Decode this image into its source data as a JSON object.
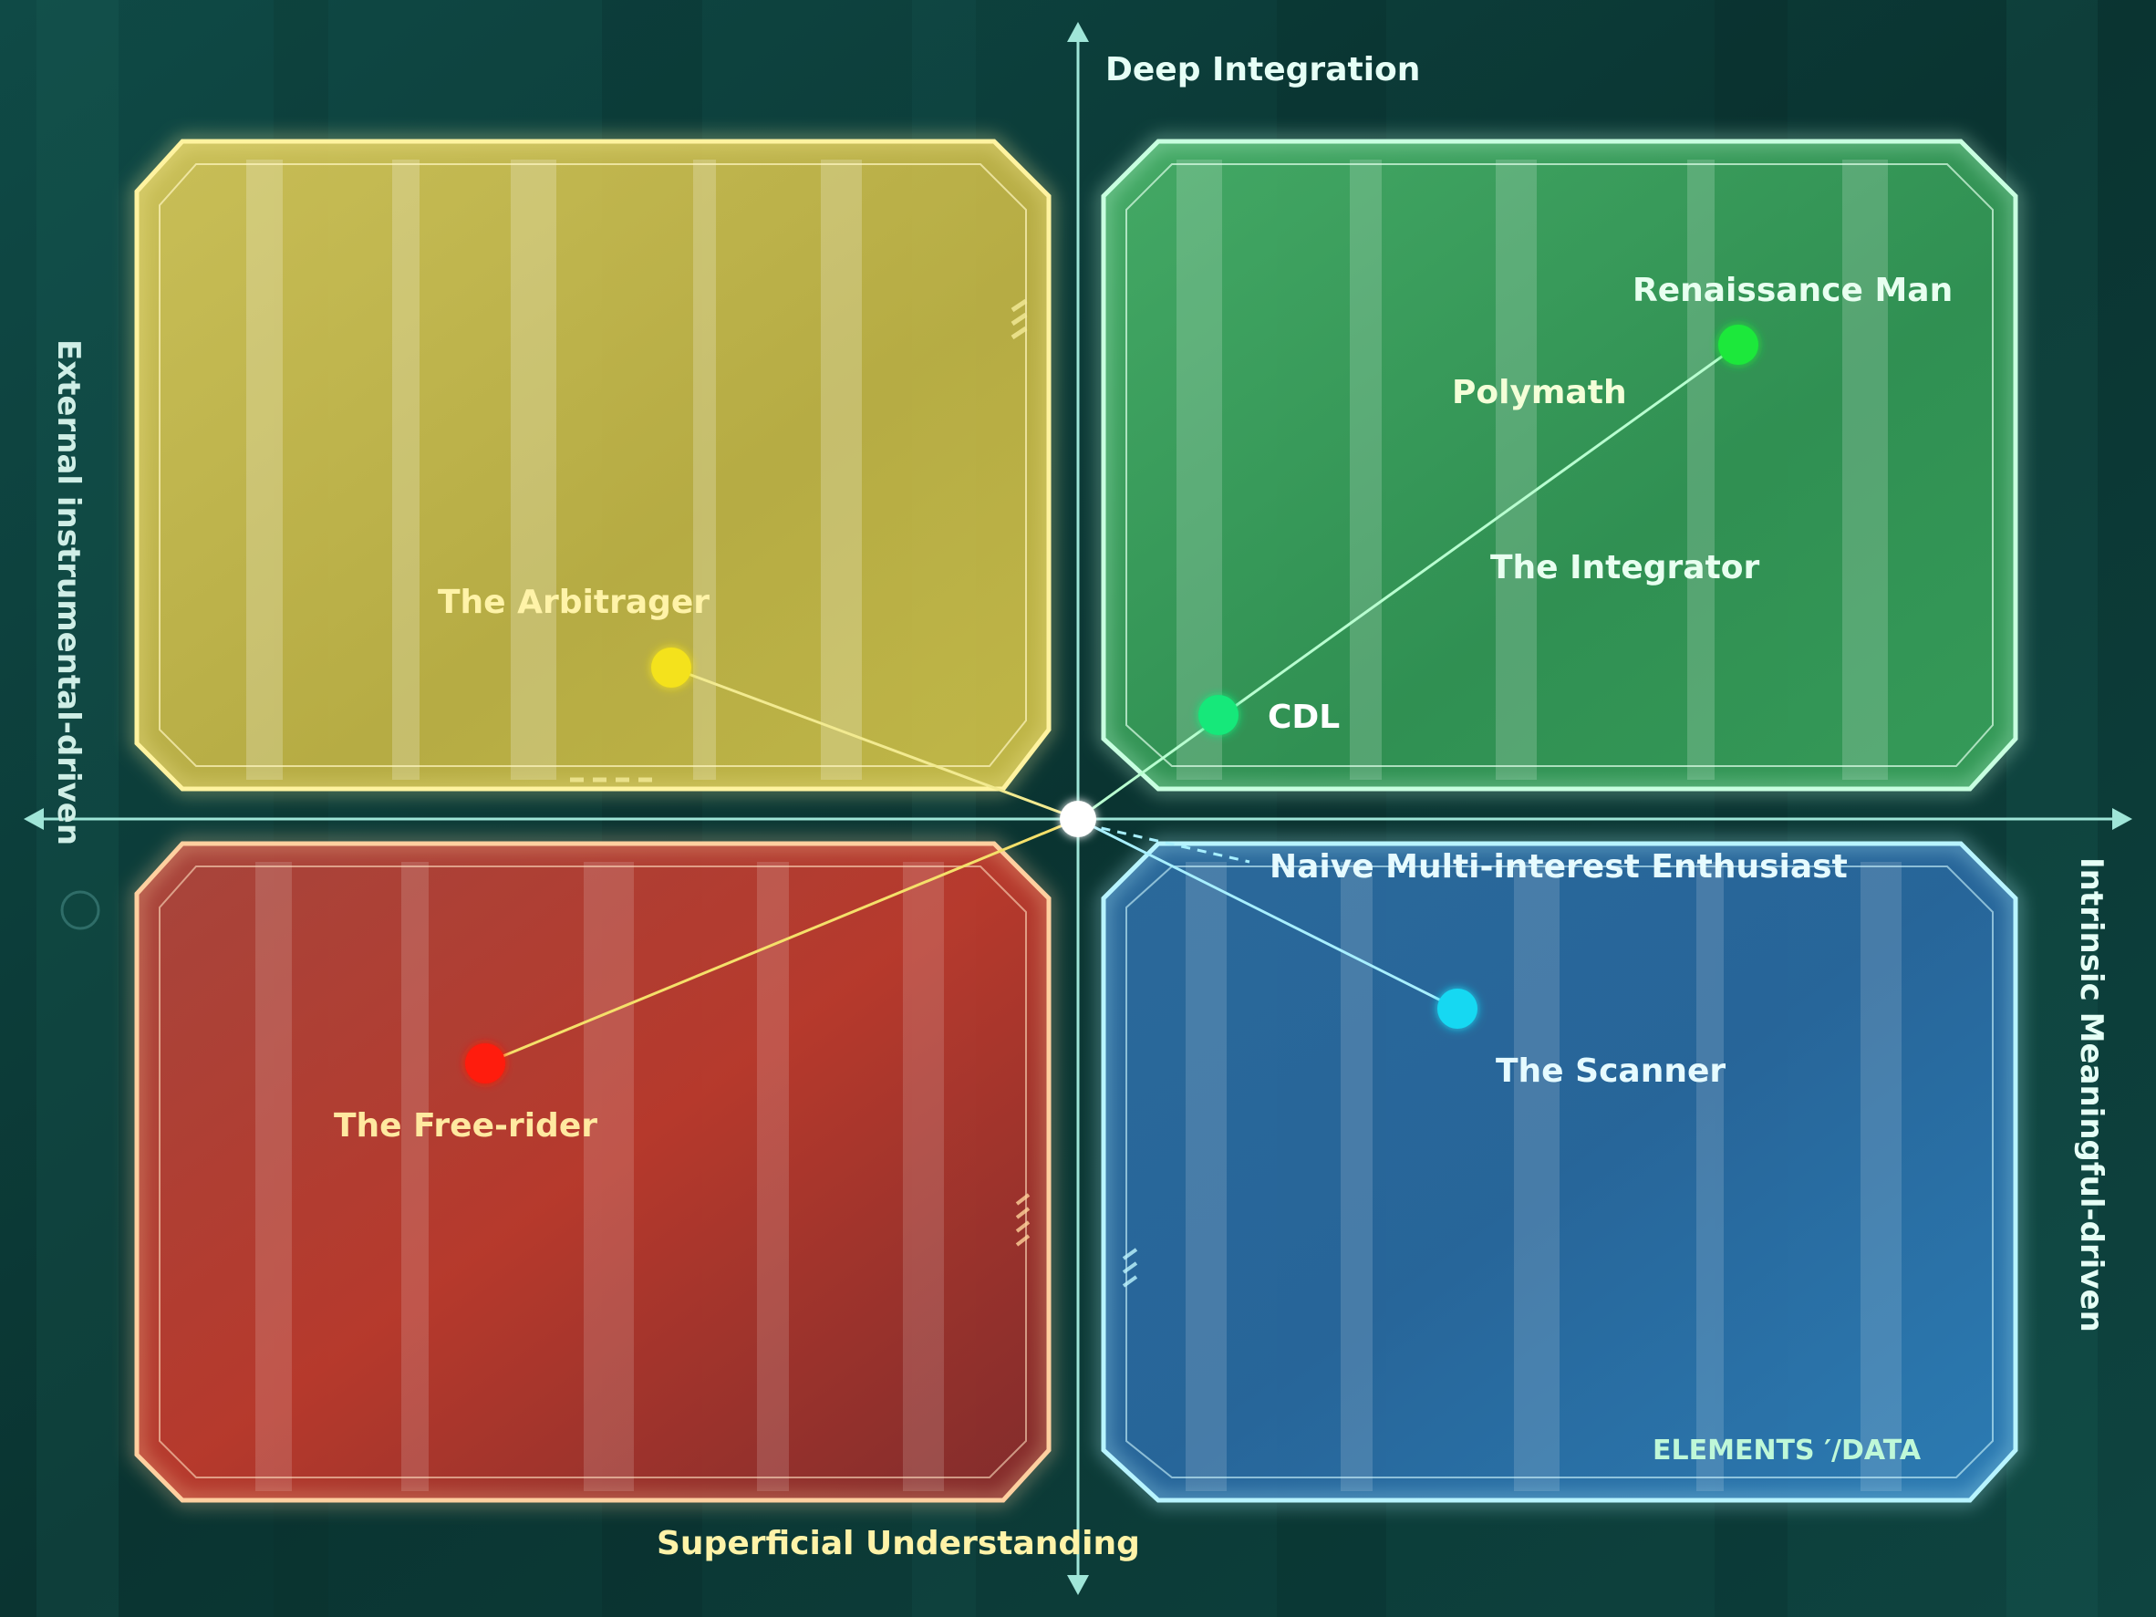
{
  "axes": {
    "top": "Deep Integration",
    "bottom": "Superficial Understanding",
    "left": "External instrumental-driven",
    "right": "Intrinsic Meaningful-driven"
  },
  "quadrants": [
    {
      "id": "top-left",
      "color": "#d9c64a",
      "border": "#fff3a0"
    },
    {
      "id": "top-right",
      "color": "#3fae5e",
      "border": "#c8ffe0"
    },
    {
      "id": "bottom-left",
      "color": "#c0392b",
      "border": "#ffd0a0"
    },
    {
      "id": "bottom-right",
      "color": "#2a78b8",
      "border": "#b8f4ff"
    }
  ],
  "nodes": [
    {
      "label": "The Arbitrager",
      "color": "#f4e21a",
      "quadrant": "top-left"
    },
    {
      "label": "Renaissance Man",
      "color": "#1ee83a",
      "quadrant": "top-right"
    },
    {
      "label": "CDL",
      "color": "#12e87a",
      "quadrant": "top-right"
    },
    {
      "label": "The Free-rider",
      "color": "#ff1a10",
      "quadrant": "bottom-left"
    },
    {
      "label": "The Scanner",
      "color": "#19d8f2",
      "quadrant": "bottom-right"
    }
  ],
  "extra_labels": {
    "polymath": "Polymath",
    "integrator": "The Integrator",
    "naive": "Naive Multi-interest Enthusiast",
    "tag": "ELEMENTS ′/DATA"
  },
  "colors": {
    "background": "#0c3a38",
    "axis": "#9fe6d8",
    "origin": "#ffffff",
    "label_light": "#e6fff6",
    "label_yellow": "#fff3a8"
  }
}
